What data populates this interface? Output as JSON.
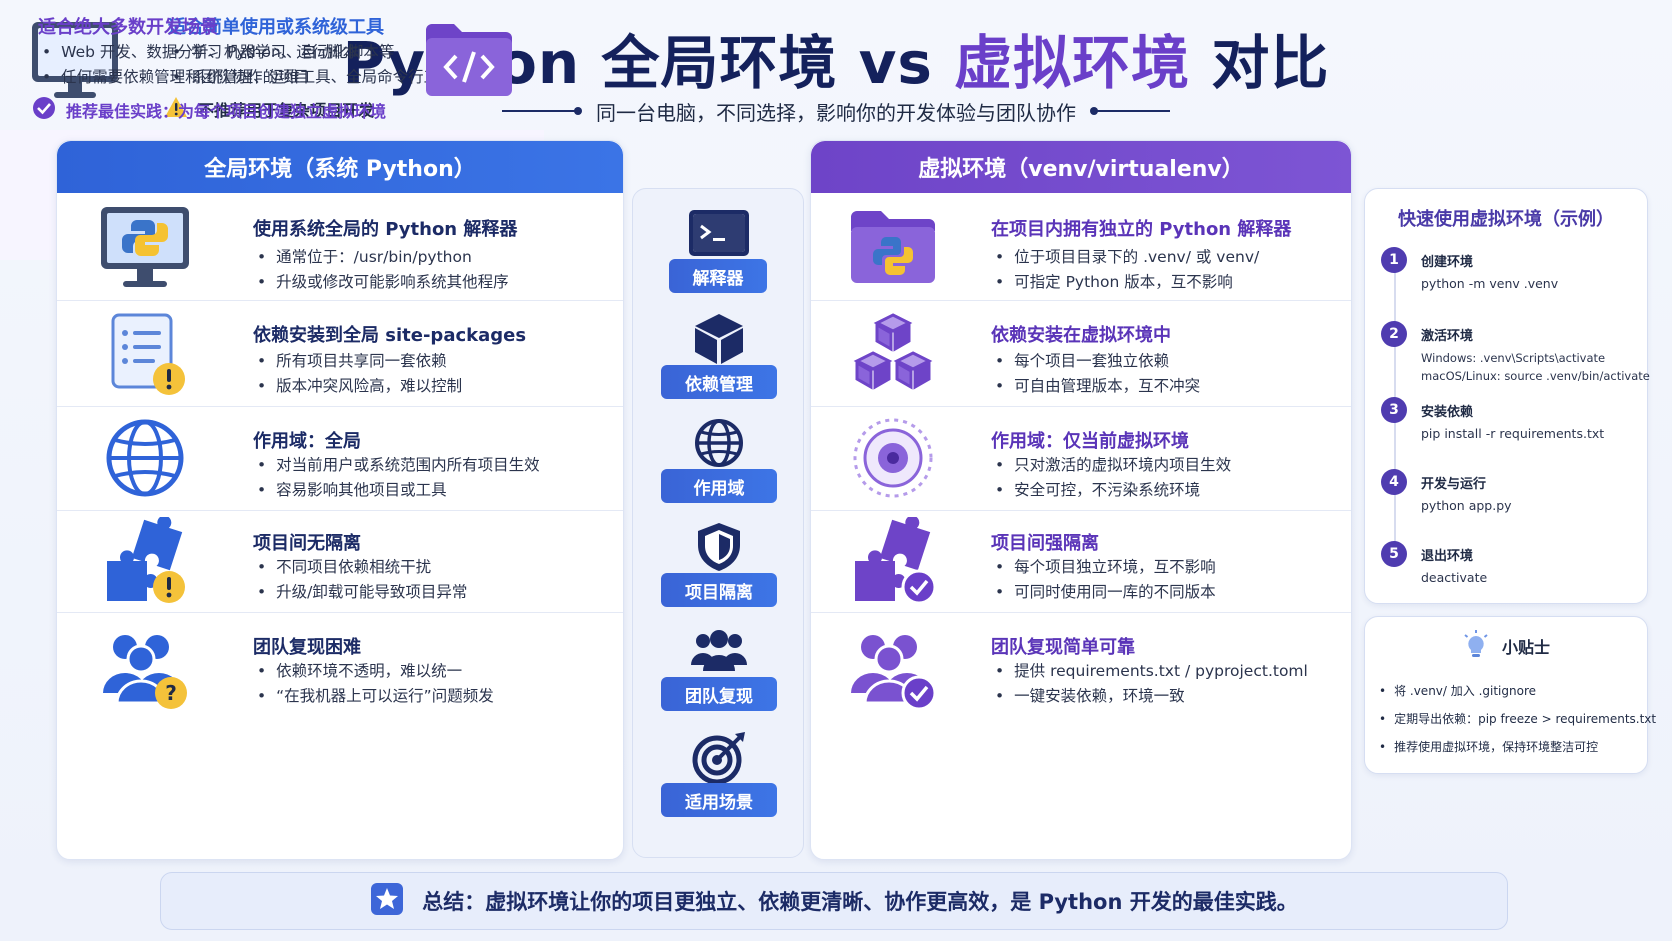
{
  "header": {
    "title_part1": "Python 全局环境 vs ",
    "title_highlight": "虚拟环境",
    "title_part2": " 对比",
    "subtitle": "同一台电脑，不同选择，影响你的开发体验与团队协作"
  },
  "colors": {
    "global_blue": "#2f63d8",
    "venv_purple": "#6e44c8",
    "navy": "#1c2b66",
    "warning_yellow": "#f4c23a",
    "check_purple": "#6a3fc9"
  },
  "global": {
    "header": "全局环境（系统 Python）",
    "rows": [
      {
        "icon": "monitor-python-icon",
        "title": "使用系统全局的 Python 解释器",
        "bullets": [
          "通常位于：/usr/bin/python",
          "升级或修改可能影响系统其他程序"
        ]
      },
      {
        "icon": "document-warning-icon",
        "title": "依赖安装到全局 site-packages",
        "bullets": [
          "所有项目共享同一套依赖",
          "版本冲突风险高，难以控制"
        ]
      },
      {
        "icon": "globe-icon",
        "title": "作用域：全局",
        "bullets": [
          "对当前用户或系统范围内所有项目生效",
          "容易影响其他项目或工具"
        ]
      },
      {
        "icon": "puzzle-warning-icon",
        "title": "项目间无隔离",
        "bullets": [
          "不同项目依赖相统干扰",
          "升级/卸载可能导致项目异常"
        ]
      },
      {
        "icon": "team-question-icon",
        "title": "团队复现困难",
        "bullets": [
          "依赖环境不透明，难以统一",
          "“在我机器上可以运行”问题频发"
        ]
      }
    ],
    "scenario": {
      "icon": "monitor-icon",
      "title": "适合简单使用或系统级工具",
      "bullets": [
        "学习 Python、运行脚本",
        "系统管理、运维工具、全局命令行工具"
      ],
      "warning": "不推荐用于复杂项目开发"
    }
  },
  "middle": {
    "items": [
      {
        "icon": "terminal-icon",
        "label": "解释器"
      },
      {
        "icon": "cube-icon",
        "label": "依赖管理"
      },
      {
        "icon": "globe-icon",
        "label": "作用域"
      },
      {
        "icon": "shield-icon",
        "label": "项目隔离"
      },
      {
        "icon": "team-icon",
        "label": "团队复现"
      },
      {
        "icon": "target-icon",
        "label": "适用场景"
      }
    ]
  },
  "venv": {
    "header": "虚拟环境（venv/virtualenv）",
    "rows": [
      {
        "icon": "folder-python-icon",
        "title": "在项目内拥有独立的 Python 解释器",
        "bullets": [
          "位于项目目录下的 .venv/ 或 venv/",
          "可指定 Python 版本，互不影响"
        ]
      },
      {
        "icon": "cubes-icon",
        "title": "依赖安装在虚拟环境中",
        "bullets": [
          "每个项目一套独立依赖",
          "可自由管理版本，互不冲突"
        ]
      },
      {
        "icon": "target-circle-icon",
        "title": "作用域：仅当前虚拟环境",
        "bullets": [
          "只对激活的虚拟环境内项目生效",
          "安全可控，不污染系统环境"
        ]
      },
      {
        "icon": "puzzle-check-icon",
        "title": "项目间强隔离",
        "bullets": [
          "每个项目独立环境，互不影响",
          "可同时使用同一库的不同版本"
        ]
      },
      {
        "icon": "team-check-icon",
        "title": "团队复现简单可靠",
        "bullets": [
          "提供 requirements.txt / pyproject.toml",
          "一键安装依赖，环境一致"
        ]
      }
    ],
    "scenario": {
      "icon": "folder-code-icon",
      "title": "适合绝大多数开发场景",
      "bullets": [
        "Web 开发、数据分析、机器学习、自动化脚本等",
        "任何需要依赖管理和团队协作的项目"
      ],
      "best_practice": "推荐最佳实践：为每个项目创建独立虚拟环境"
    }
  },
  "steps": {
    "title": "快速使用虚拟环境（示例）",
    "items": [
      {
        "num": "1",
        "name": "创建环境",
        "cmd": [
          "python -m venv .venv"
        ]
      },
      {
        "num": "2",
        "name": "激活环境",
        "cmd": [
          "Windows: .venv\\Scripts\\activate",
          "macOS/Linux: source .venv/bin/activate"
        ]
      },
      {
        "num": "3",
        "name": "安装依赖",
        "cmd": [
          "pip install -r requirements.txt"
        ]
      },
      {
        "num": "4",
        "name": "开发与运行",
        "cmd": [
          "python app.py"
        ]
      },
      {
        "num": "5",
        "name": "退出环境",
        "cmd": [
          "deactivate"
        ]
      }
    ]
  },
  "tips": {
    "title": "小贴士",
    "items": [
      "将 .venv/ 加入 .gitignore",
      "定期导出依赖：pip freeze > requirements.txt",
      "推荐使用虚拟环境，保持环境整洁可控"
    ]
  },
  "summary": {
    "text": "总结：虚拟环境让你的项目更独立、依赖更清晰、协作更高效，是 Python 开发的最佳实践。"
  }
}
